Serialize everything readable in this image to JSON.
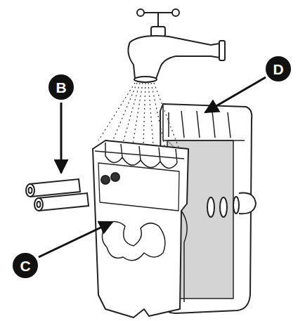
{
  "diagram": {
    "labels": [
      "B",
      "C",
      "D"
    ]
  }
}
